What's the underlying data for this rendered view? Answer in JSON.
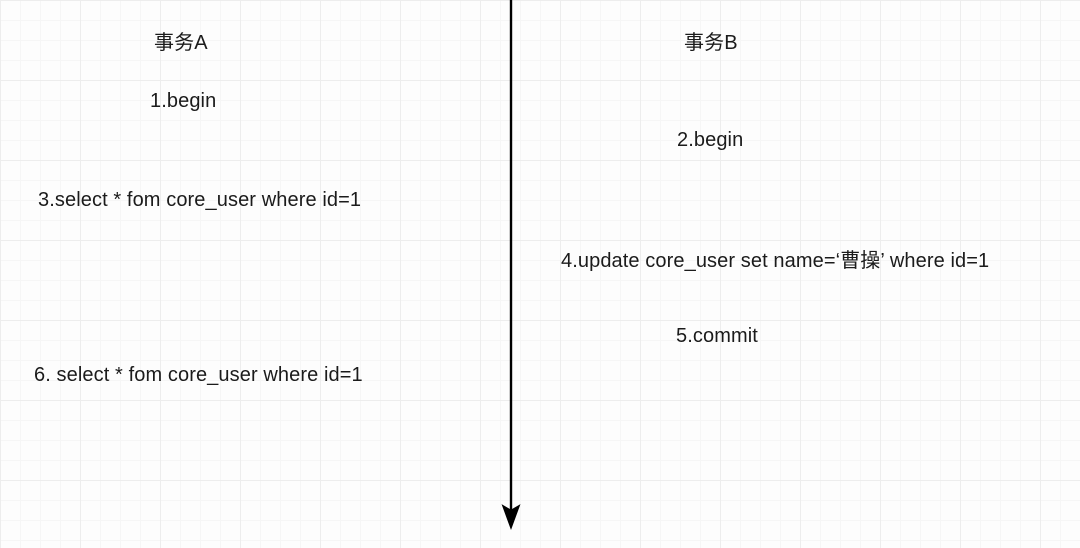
{
  "diagram": {
    "type": "transaction-timeline",
    "background_color": "#fdfdfd",
    "grid_minor_color": "#f6f6f6",
    "grid_major_color": "#ededed",
    "text_color": "#1b1b1b",
    "axis_color": "#000000",
    "columns": [
      {
        "id": "transaction-a",
        "title": "事务A",
        "steps": [
          {
            "n": 1,
            "text": "1.begin"
          },
          {
            "n": 3,
            "text": "3.select * fom core_user where id=1"
          },
          {
            "n": 6,
            "text": "6. select * fom core_user where id=1"
          }
        ]
      },
      {
        "id": "transaction-b",
        "title": "事务B",
        "steps": [
          {
            "n": 2,
            "text": "2.begin"
          },
          {
            "n": 4,
            "text": "4.update core_user set name=‘曹操’ where id=1"
          },
          {
            "n": 5,
            "text": "5.commit"
          }
        ]
      }
    ],
    "axis": {
      "name": "time-axis",
      "direction": "downward",
      "label": ""
    }
  }
}
